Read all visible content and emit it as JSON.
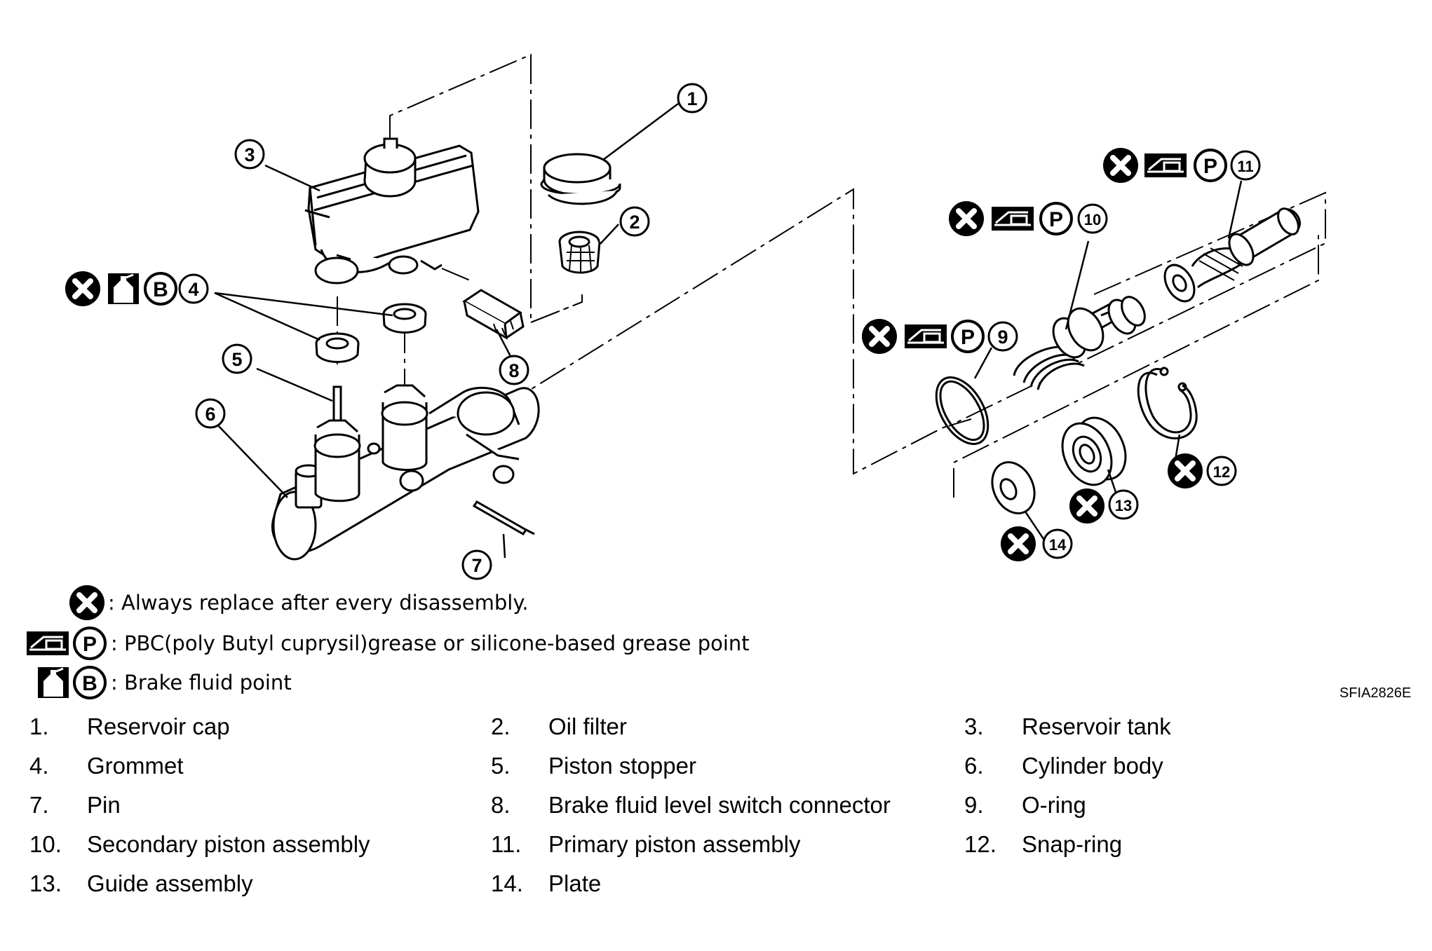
{
  "callouts": [
    "1",
    "2",
    "3",
    "4",
    "5",
    "6",
    "7",
    "8",
    "9",
    "10",
    "11",
    "12",
    "13",
    "14"
  ],
  "symbols": {
    "replace": "replace-icon",
    "grease_icon": "grease-gun-icon",
    "grease_letter": "P",
    "fluid_icon": "brake-fluid-bottle-icon",
    "fluid_letter": "B"
  },
  "legend": {
    "replace_text": ": Always replace after every disassembly.",
    "grease_text": ": PBC(poly Butyl cuprysil)grease or silicone-based grease point",
    "fluid_text": ": Brake fluid point"
  },
  "figure_id": "SFIA2826E",
  "parts": [
    {
      "num": "1.",
      "name": "Reservoir cap"
    },
    {
      "num": "2.",
      "name": "Oil filter"
    },
    {
      "num": "3.",
      "name": "Reservoir tank"
    },
    {
      "num": "4.",
      "name": "Grommet"
    },
    {
      "num": "5.",
      "name": "Piston stopper"
    },
    {
      "num": "6.",
      "name": "Cylinder body"
    },
    {
      "num": "7.",
      "name": "Pin"
    },
    {
      "num": "8.",
      "name": "Brake fluid level switch connector"
    },
    {
      "num": "9.",
      "name": "O-ring"
    },
    {
      "num": "10.",
      "name": "Secondary piston assembly"
    },
    {
      "num": "11.",
      "name": "Primary piston assembly"
    },
    {
      "num": "12.",
      "name": "Snap-ring"
    },
    {
      "num": "13.",
      "name": "Guide assembly"
    },
    {
      "num": "14.",
      "name": "Plate"
    }
  ]
}
